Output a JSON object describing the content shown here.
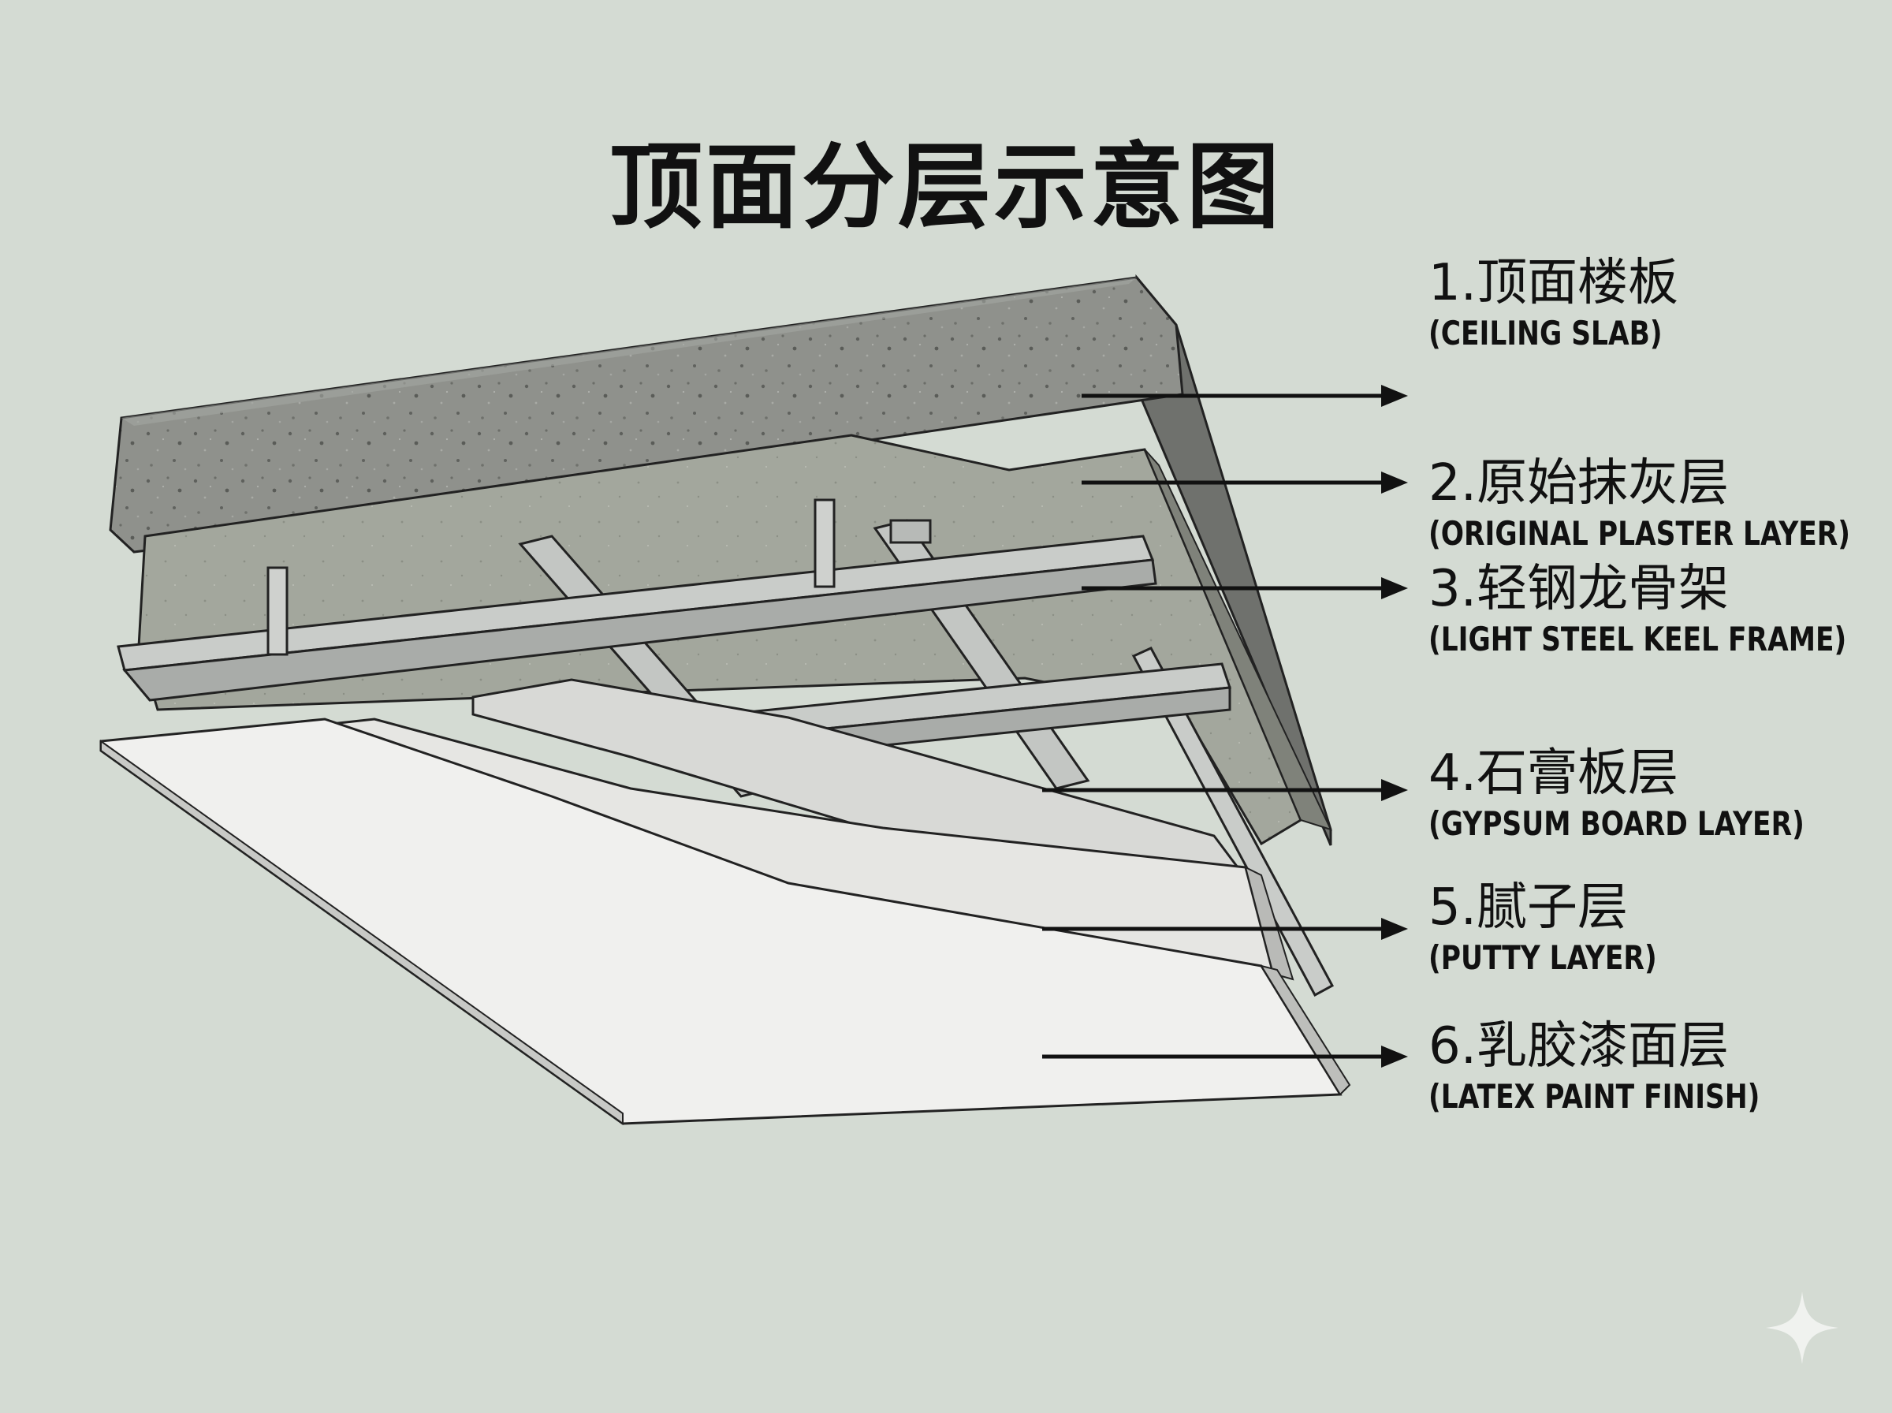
{
  "title": "顶面分层示意图",
  "layers": [
    {
      "zh": "1.顶面楼板",
      "en": "(CEILING SLAB)"
    },
    {
      "zh": "2.原始抹灰层",
      "en": "(ORIGINAL PLASTER LAYER)"
    },
    {
      "zh": "3.轻钢龙骨架",
      "en": "(LIGHT STEEL KEEL FRAME)"
    },
    {
      "zh": "4.石膏板层",
      "en": "(GYPSUM BOARD LAYER)"
    },
    {
      "zh": "5.腻子层",
      "en": "(PUTTY LAYER)"
    },
    {
      "zh": "6.乳胶漆面层",
      "en": "(LATEX PAINT FINISH)"
    }
  ],
  "colors": {
    "background": "#d4dbd3",
    "concrete": "#8f918c",
    "plaster": "#a3a79d",
    "steel": "#c7cac7",
    "gypsum": "#d8d9d6",
    "putty": "#e6e6e3",
    "paint": "#f0f0ee",
    "text": "#111111"
  },
  "icons": [
    "sparkle-icon"
  ]
}
